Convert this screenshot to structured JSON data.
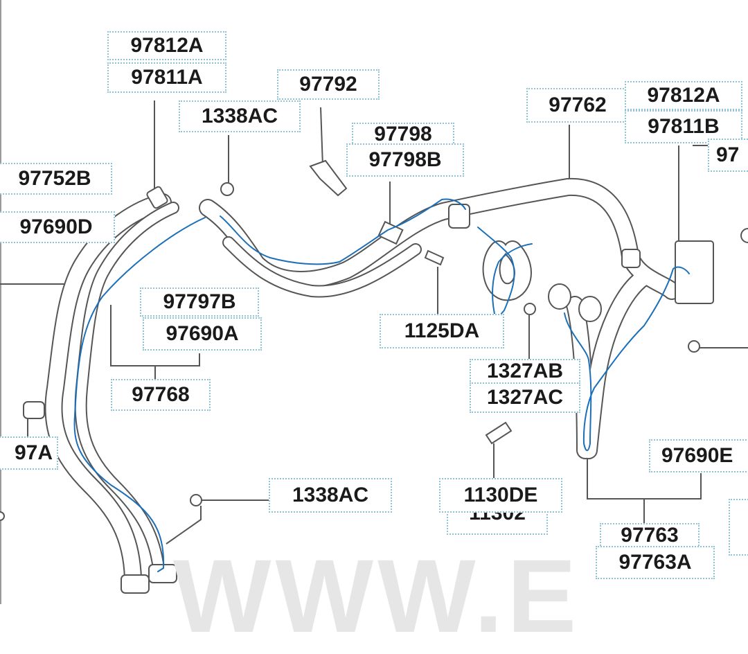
{
  "diagram": {
    "watermark": "WWW.E",
    "labels": {
      "l97812A_left": "97812A",
      "l97811A": "97811A",
      "l97792": "97792",
      "l1338AC_top": "1338AC",
      "l97798": "97798",
      "l97798B": "97798B",
      "l97762": "97762",
      "l97812A_right": "97812A",
      "l97811B": "97811B",
      "l97_clip_right": "97",
      "l97752B": "97752B",
      "l97690D": "97690D",
      "l97797B": "97797B",
      "l97690A": "97690A",
      "l1125DA": "1125DA",
      "l97768": "97768",
      "l1327AB": "1327AB",
      "l1327AC": "1327AC",
      "l97A_clip_left": "97A",
      "l97690E": "97690E",
      "l1338AC_bottom": "1338AC",
      "l1130DE": "1130DE",
      "l11302": "11302",
      "l97763": "97763",
      "l97763A": "97763A"
    },
    "colors": {
      "line": "#555555",
      "pipe_fill": "#ffffff",
      "annotation": "#1b6fb8",
      "label_border": "#8fc3da"
    }
  }
}
